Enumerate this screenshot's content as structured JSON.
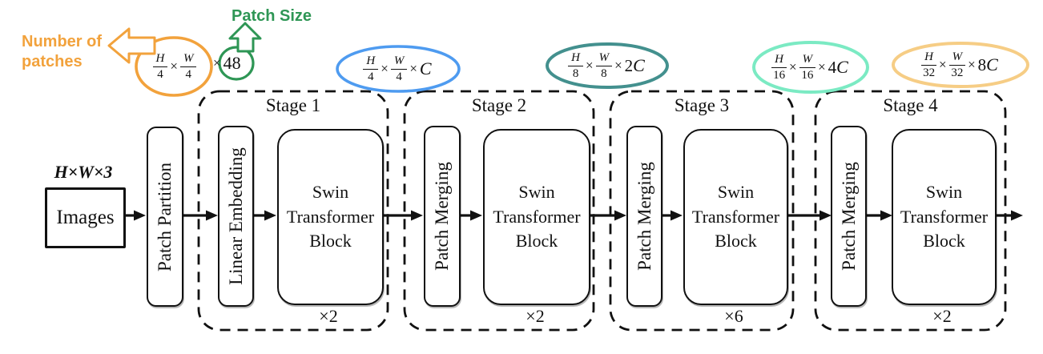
{
  "annotations": {
    "number_of_patches": {
      "line1": "Number of",
      "line2": "patches"
    },
    "patch_size": "Patch Size"
  },
  "colors": {
    "orange": "#F2A23C",
    "green": "#2E9655",
    "blue": "#4E9BF0",
    "teal": "#43908E",
    "mint": "#7BEAC3",
    "light_orange": "#F6CD85",
    "ink": "#111111"
  },
  "input": {
    "shape": "H×W×3",
    "label": "Images"
  },
  "patch_partition": "Patch Partition",
  "patch_token": {
    "num1": "H",
    "den1": "4",
    "times1": "×",
    "num2": "W",
    "den2": "4",
    "times2": "×",
    "value": "48"
  },
  "stages": [
    {
      "title": "Stage 1",
      "op": "Linear Embedding",
      "block": "Swin Transformer Block",
      "repeat": "×2",
      "out": {
        "num1": "H",
        "den1": "4",
        "times1": "×",
        "num2": "W",
        "den2": "4",
        "times2": "×",
        "mult": "",
        "letter": "C"
      }
    },
    {
      "title": "Stage 2",
      "op": "Patch Merging",
      "block": "Swin Transformer Block",
      "repeat": "×2",
      "out": {
        "num1": "H",
        "den1": "8",
        "times1": "×",
        "num2": "W",
        "den2": "8",
        "times2": "×",
        "mult": "2",
        "letter": "C"
      }
    },
    {
      "title": "Stage 3",
      "op": "Patch Merging",
      "block": "Swin Transformer Block",
      "repeat": "×6",
      "out": {
        "num1": "H",
        "den1": "16",
        "times1": "×",
        "num2": "W",
        "den2": "16",
        "times2": "×",
        "mult": "4",
        "letter": "C"
      }
    },
    {
      "title": "Stage 4",
      "op": "Patch Merging",
      "block": "Swin Transformer Block",
      "repeat": "×2",
      "out": {
        "num1": "H",
        "den1": "32",
        "times1": "×",
        "num2": "W",
        "den2": "32",
        "times2": "×",
        "mult": "8",
        "letter": "C"
      }
    }
  ]
}
